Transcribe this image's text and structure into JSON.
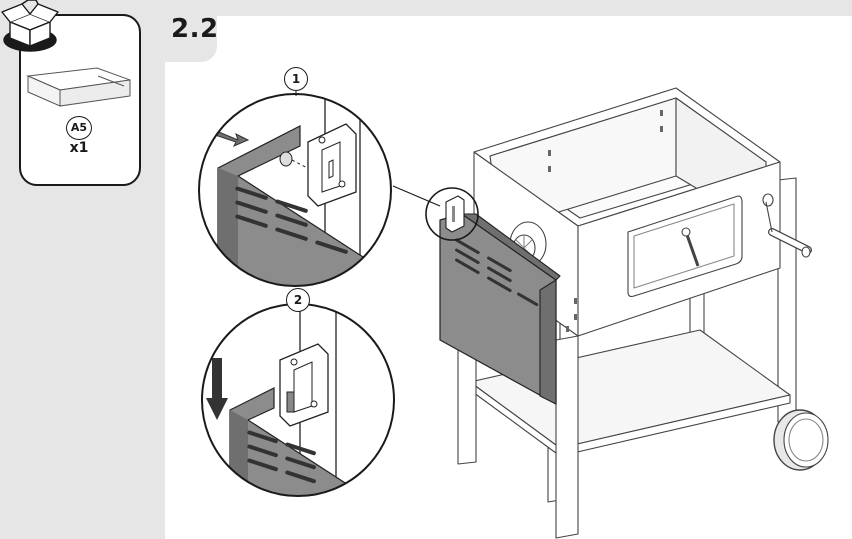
{
  "step": {
    "number": "2.2"
  },
  "parts": {
    "code": "A5",
    "quantity": "x1"
  },
  "callouts": [
    "1",
    "2"
  ]
}
